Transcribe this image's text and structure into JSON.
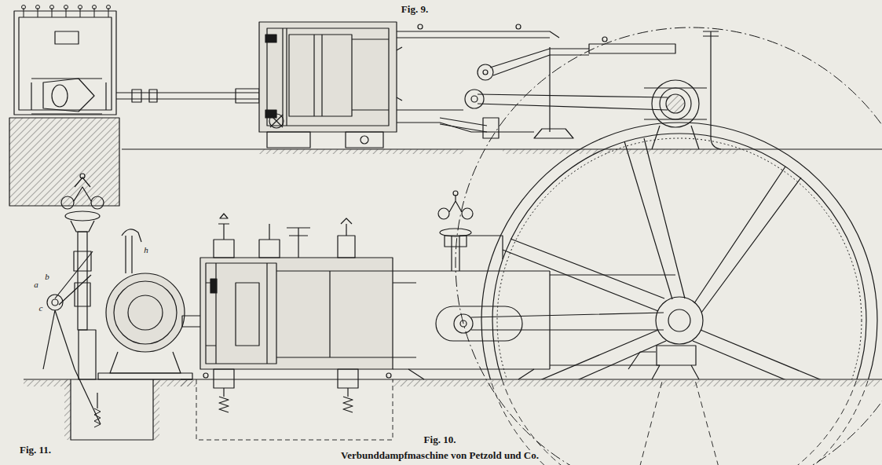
{
  "diagram": {
    "caption": "Verbunddampfmaschine von Petzold und Co.",
    "labels": [
      "Fig. 9.",
      "Fig. 11.",
      "Fig. 10.",
      "h",
      "a",
      "b",
      "c"
    ]
  }
}
